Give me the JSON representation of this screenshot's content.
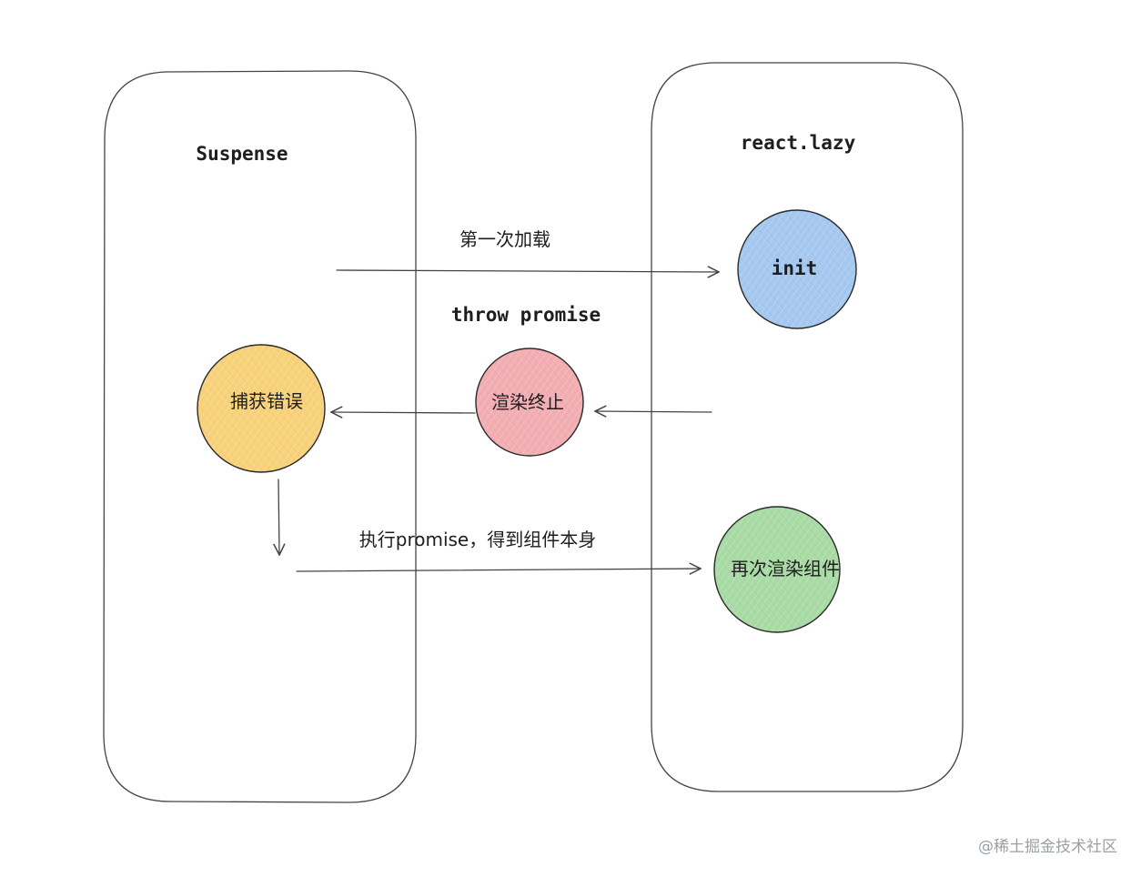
{
  "containers": {
    "suspense": {
      "title": "Suspense"
    },
    "react_lazy": {
      "title": "react.lazy"
    }
  },
  "nodes": {
    "init": {
      "label": "init",
      "color": "#a5c8f0"
    },
    "render_stop": {
      "label": "渲染终止",
      "color": "#f3aeb3"
    },
    "catch_error": {
      "label": "捕获错误",
      "color": "#f8d27a"
    },
    "rerender": {
      "label": "再次渲染组件",
      "color": "#a9dba5"
    }
  },
  "edge_labels": {
    "first_load": "第一次加载",
    "throw_promise": "throw promise",
    "execute_promise": "执行promise，得到组件本身"
  },
  "watermark": "@稀土掘金技术社区"
}
